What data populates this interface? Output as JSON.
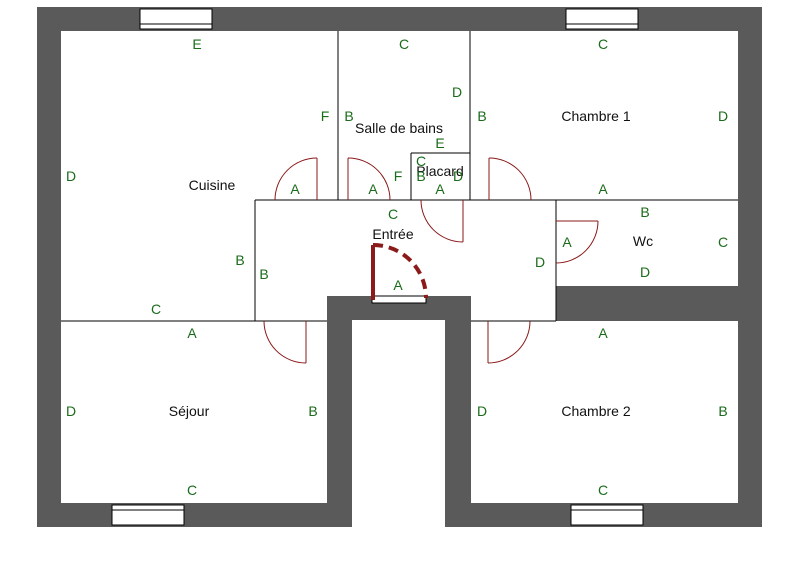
{
  "colors": {
    "wall": "#5a5a5a",
    "partition": "#000000",
    "door_arc": "#8b1a1a",
    "wall_label": "#1a6b1a",
    "room_label": "#111111"
  },
  "rooms": {
    "cuisine": "Cuisine",
    "salle_de_bains": "Salle de bains",
    "placard": "Placard",
    "chambre_1": "Chambre 1",
    "entree": "Entrée",
    "wc": "Wc",
    "sejour": "Séjour",
    "chambre_2": "Chambre 2"
  },
  "wall_labels": {
    "cuisine_top": "E",
    "cuisine_left": "D",
    "cuisine_right": "F",
    "cuisine_inner_b": "B",
    "cuisine_bottom": "C",
    "sdb_top": "C",
    "sdb_left": "B",
    "sdb_right": "D",
    "sdb_bottom": "F",
    "placard_top": "E",
    "placard_c": "C",
    "placard_b": "B",
    "placard_d": "D",
    "chambre1_top": "C",
    "chambre1_left": "B",
    "chambre1_right": "D",
    "entree_top": "C",
    "entree_left": "B",
    "entree_right": "D",
    "wc_top": "B",
    "wc_right": "C",
    "wc_bottom": "D",
    "sejour_top": "A",
    "sejour_left": "D",
    "sejour_right": "B",
    "sejour_bottom": "C",
    "chambre2_top": "A",
    "chambre2_left": "D",
    "chambre2_right": "B",
    "chambre2_bottom": "C"
  },
  "door_labels": {
    "cuisine_door": "A",
    "sdb_door": "A",
    "placard_door": "A",
    "chambre1_door": "A",
    "wc_door": "A",
    "main_door": "A"
  }
}
